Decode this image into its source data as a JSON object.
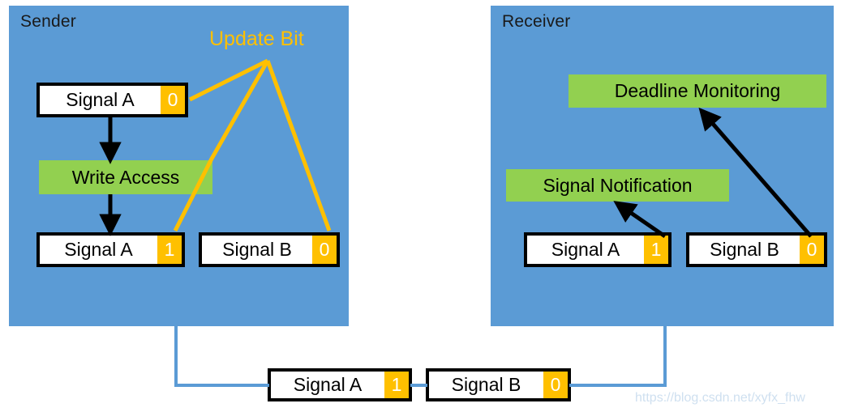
{
  "diagram": {
    "title_sender": "Sender",
    "title_receiver": "Receiver",
    "update_bit_label": "Update Bit",
    "watermark": "https://blog.csdn.net/xyfx_fhw",
    "colors": {
      "panel_blue": "#5b9bd5",
      "signal_value_orange": "#ffc000",
      "process_green": "#92d050",
      "arrow_black": "#000000",
      "bus_line_blue": "#5b9bd5",
      "watermark_gray": "#cfe0f0"
    },
    "sender": {
      "signal_before": {
        "name": "Signal A",
        "value": "0"
      },
      "process": "Write Access",
      "signal_after_a": {
        "name": "Signal A",
        "value": "1"
      },
      "signal_after_b": {
        "name": "Signal B",
        "value": "0"
      }
    },
    "receiver": {
      "deadline_monitoring": "Deadline Monitoring",
      "signal_notification": "Signal Notification",
      "signal_a": {
        "name": "Signal A",
        "value": "1"
      },
      "signal_b": {
        "name": "Signal B",
        "value": "0"
      }
    },
    "bus": {
      "signal_a": {
        "name": "Signal A",
        "value": "1"
      },
      "signal_b": {
        "name": "Signal B",
        "value": "0"
      }
    }
  }
}
